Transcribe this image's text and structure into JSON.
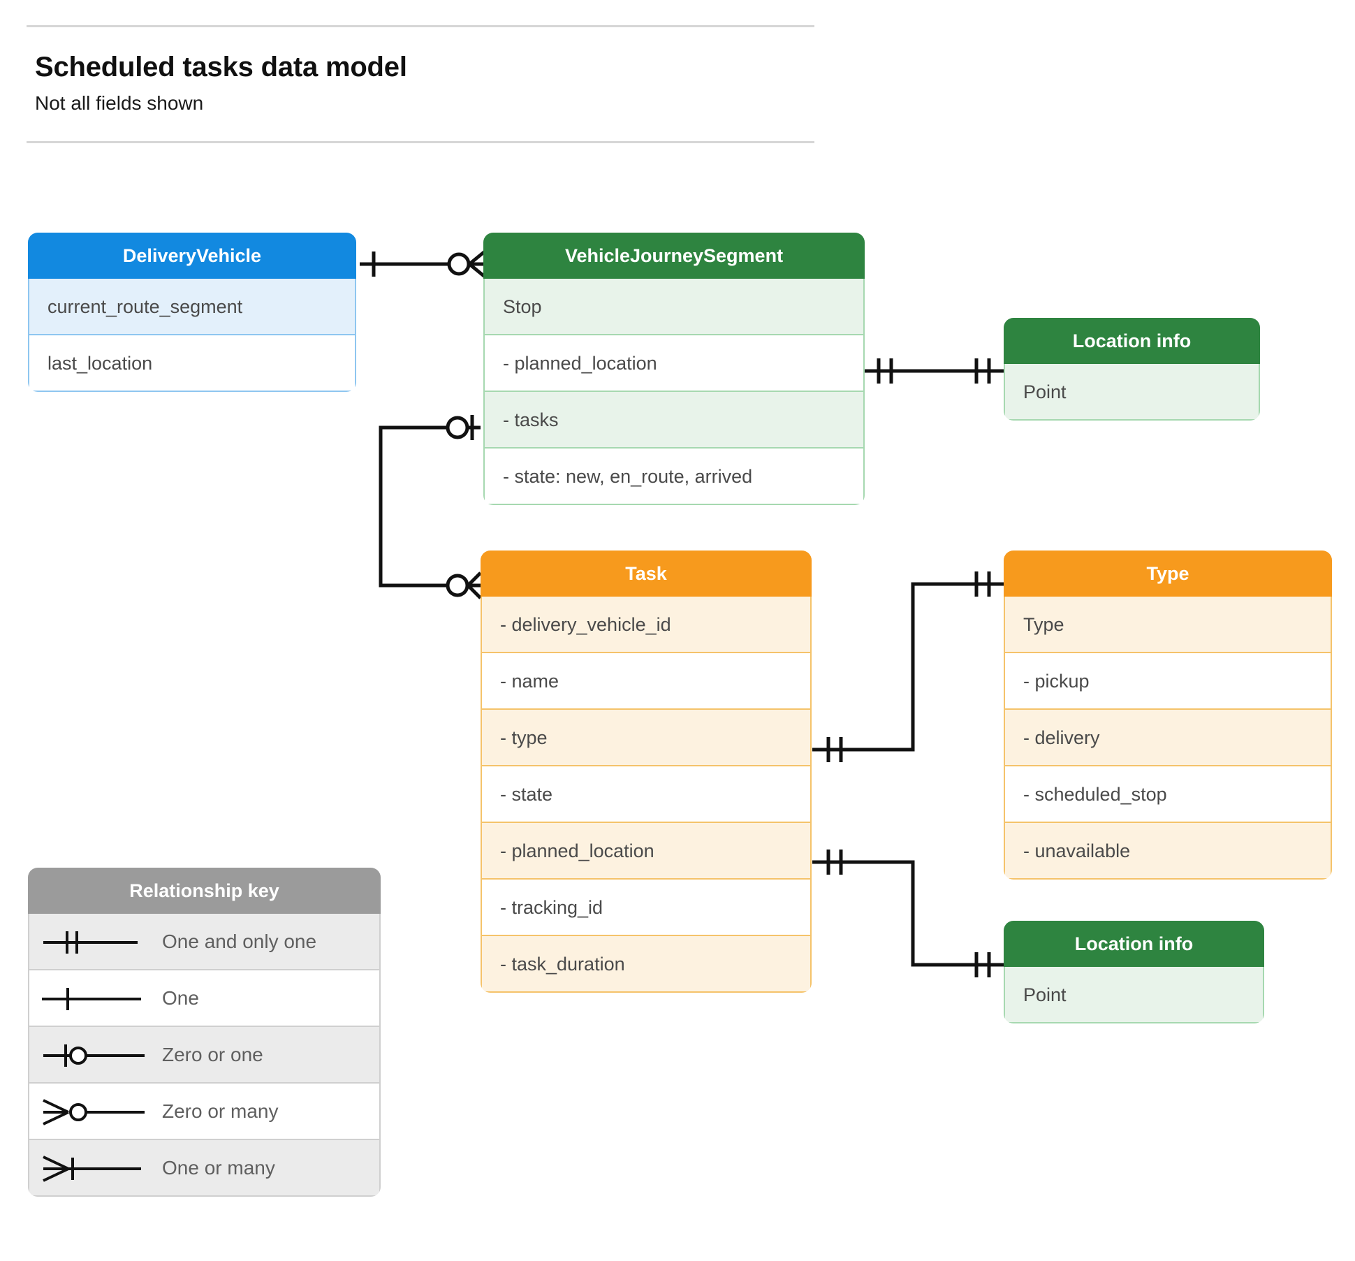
{
  "header": {
    "title": "Scheduled tasks data model",
    "subtitle": "Not all fields shown"
  },
  "entities": {
    "delivery_vehicle": {
      "title": "DeliveryVehicle",
      "color": "#1289E0",
      "rows": [
        "current_route_segment",
        "last_location"
      ]
    },
    "vehicle_journey_segment": {
      "title": "VehicleJourneySegment",
      "color": "#2E8440",
      "rows": [
        "Stop",
        "-  planned_location",
        "- tasks",
        "- state: new, en_route, arrived"
      ]
    },
    "location_info_top": {
      "title": "Location info",
      "color": "#2E8440",
      "rows": [
        "Point"
      ]
    },
    "location_info_bottom": {
      "title": "Location info",
      "color": "#2E8440",
      "rows": [
        "Point"
      ]
    },
    "task": {
      "title": "Task",
      "color": "#F79A1D",
      "rows": [
        "- delivery_vehicle_id",
        "- name",
        "- type",
        "- state",
        "- planned_location",
        "- tracking_id",
        "- task_duration"
      ]
    },
    "type": {
      "title": "Type",
      "color": "#F79A1D",
      "rows": [
        "Type",
        "-  pickup",
        "-  delivery",
        "-  scheduled_stop",
        "-  unavailable"
      ]
    }
  },
  "legend": {
    "title": "Relationship key",
    "items": [
      {
        "symbol": "one-and-only-one",
        "label": "One and only one"
      },
      {
        "symbol": "one",
        "label": "One"
      },
      {
        "symbol": "zero-or-one",
        "label": "Zero or one"
      },
      {
        "symbol": "zero-or-many",
        "label": "Zero or many"
      },
      {
        "symbol": "one-or-many",
        "label": "One or many"
      }
    ]
  },
  "relationships": [
    {
      "name": "deliveryvehicle-to-vehiclejourneysegment",
      "from": "DeliveryVehicle",
      "to": "VehicleJourneySegment",
      "from_cardinality": "one",
      "to_cardinality": "zero-or-many"
    },
    {
      "name": "vehiclejourneysegment-plannedlocation-to-locationinfo",
      "from": "VehicleJourneySegment.planned_location",
      "to": "Location info",
      "from_cardinality": "one-and-only-one",
      "to_cardinality": "one-and-only-one"
    },
    {
      "name": "vehiclejourneysegment-tasks-to-task",
      "from": "VehicleJourneySegment.tasks",
      "to": "Task",
      "from_cardinality": "zero-or-one",
      "to_cardinality": "zero-or-many"
    },
    {
      "name": "task-type-to-type",
      "from": "Task.type",
      "to": "Type",
      "from_cardinality": "one-and-only-one",
      "to_cardinality": "one-and-only-one"
    },
    {
      "name": "task-plannedlocation-to-locationinfo",
      "from": "Task.planned_location",
      "to": "Location info",
      "from_cardinality": "one-and-only-one",
      "to_cardinality": "one-and-only-one"
    }
  ]
}
